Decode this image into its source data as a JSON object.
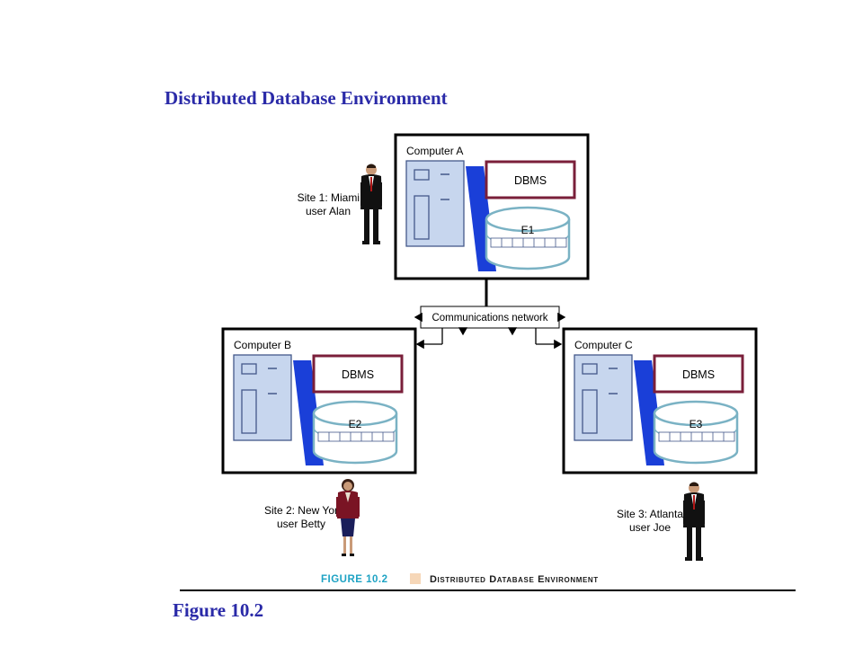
{
  "slide": {
    "title": "Distributed Database Environment",
    "figure_ref": "Figure 10.2"
  },
  "diagram": {
    "network_label": "Communications network",
    "computers": [
      {
        "id": "a",
        "label": "Computer A",
        "dbms": "DBMS",
        "db": "E1"
      },
      {
        "id": "b",
        "label": "Computer B",
        "dbms": "DBMS",
        "db": "E2"
      },
      {
        "id": "c",
        "label": "Computer C",
        "dbms": "DBMS",
        "db": "E3"
      }
    ],
    "sites": [
      {
        "id": "1",
        "line1": "Site 1: Miami",
        "line2": "user Alan"
      },
      {
        "id": "2",
        "line1": "Site 2: New York",
        "line2": "user Betty"
      },
      {
        "id": "3",
        "line1": "Site 3: Atlanta",
        "line2": "user Joe"
      }
    ],
    "caption": {
      "number": "FIGURE 10.2",
      "text": "Distributed Database Environment"
    }
  },
  "colors": {
    "title": "#2a2aa8",
    "pc_body": "#c7d6ee",
    "pc_outline": "#44598a",
    "blue_wedge": "#1a3fd8",
    "dbms_border": "#7a1f3a",
    "db_outline": "#7ab2c4",
    "caption_accent": "#1fa3c4",
    "caption_swatch": "#f6d7b8"
  }
}
